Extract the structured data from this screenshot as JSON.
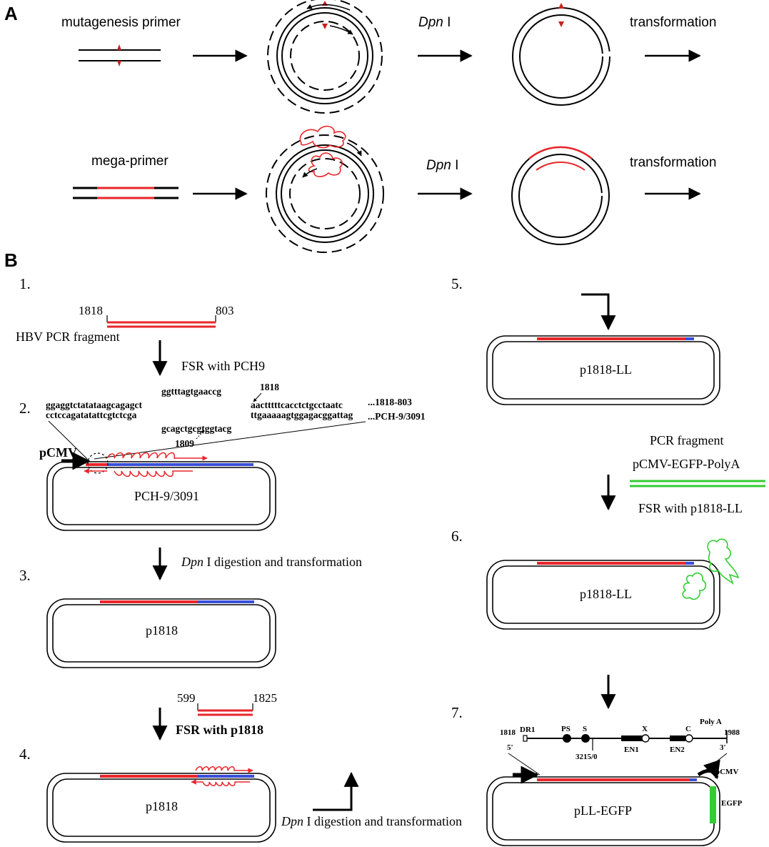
{
  "panel_a": {
    "label": "A",
    "row1": {
      "primer_label": "mutagenesis primer",
      "enzyme_italic": "Dpn",
      "enzyme_roman": " I",
      "final_label": "transformation"
    },
    "row2": {
      "primer_label": "mega-primer",
      "enzyme_italic": "Dpn",
      "enzyme_roman": " I",
      "final_label": "transformation"
    }
  },
  "panel_b": {
    "label": "B",
    "step1": {
      "number": "1.",
      "left_coord": "1818",
      "right_coord": "803",
      "fragment_label": "HBV PCR fragment"
    },
    "fsr1": "FSR with PCH9",
    "step2": {
      "number": "2.",
      "seq_top_left": "ggaggtctatataagcagagct",
      "seq_bottom_left": "cctccagatatattcgtctcga",
      "seq_loop_top": "ggtttagtgaaccg",
      "seq_loop_bottom": "gcagctgcgtggtacg",
      "seq_top_right": "aactttttcacctctgcctaatc",
      "seq_bottom_right": "ttgaaaaagtggagacggattag",
      "coord_top": "1818",
      "coord_bottom": "1809",
      "label_top_right": "...1818-803",
      "label_bottom_right": "...PCH-9/3091",
      "promoter": "pCMV",
      "plasmid": "PCH-9/3091"
    },
    "digest1": {
      "enzyme_italic": "Dpn",
      "text": " I digestion and transformation"
    },
    "step3": {
      "number": "3.",
      "plasmid": "p1818"
    },
    "step3_fragment": {
      "left_coord": "599",
      "right_coord": "1825",
      "fsr": "FSR with p1818"
    },
    "step4": {
      "number": "4.",
      "plasmid": "p1818"
    },
    "digest2": {
      "enzyme_italic": "Dpn",
      "text": " I digestion and transformation"
    },
    "step5": {
      "number": "5.",
      "plasmid": "p1818-LL"
    },
    "pcr_fragment": {
      "line1": "PCR fragment",
      "line2": "pCMV-EGFP-PolyA",
      "fsr": "FSR with p1818-LL"
    },
    "step6": {
      "number": "6.",
      "plasmid": "p1818-LL"
    },
    "step7": {
      "number": "7.",
      "coord_start": "1818",
      "dr1": "DR1",
      "ps": "PS",
      "s": "S",
      "x": "X",
      "c": "C",
      "polya": "Poly A",
      "coord_end": "1988",
      "five_prime": "5'",
      "three_prime": "3'",
      "coord_mid": "3215/0",
      "en1": "EN1",
      "en2": "EN2",
      "pcmv": "pCMV",
      "egfp": "EGFP",
      "plasmid": "pLL-EGFP"
    }
  },
  "colors": {
    "red": "#e8262a",
    "blue": "#3a4fd8",
    "green": "#33cc33",
    "black": "#000000"
  }
}
